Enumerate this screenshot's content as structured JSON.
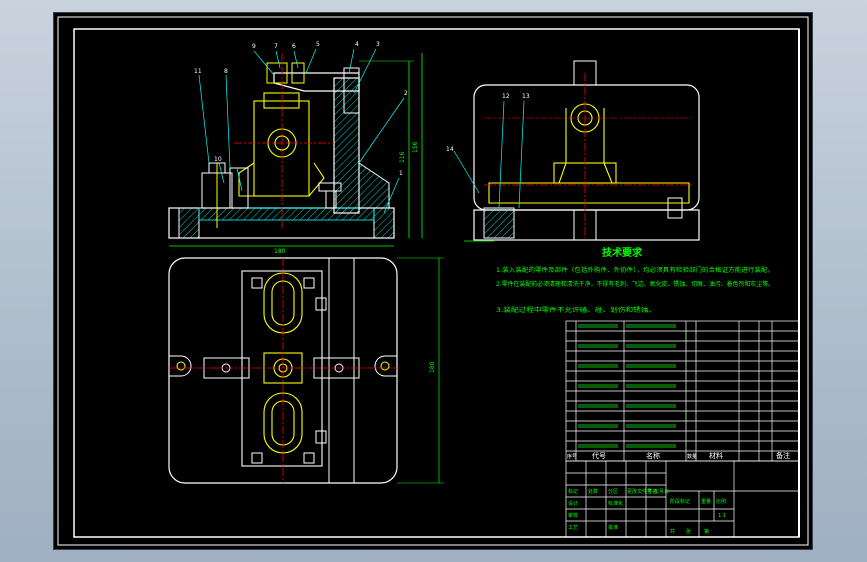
{
  "colors": {
    "background": "#000000",
    "frame": "#ffffff",
    "outline": "#ffffff",
    "section": "#ffff00",
    "dimension": "#00ff00",
    "centerline": "#ff0000",
    "leader": "#00ffff",
    "hatch": "#00ffff"
  },
  "balloons": {
    "main_top": [
      "9",
      "7",
      "6",
      "5",
      "4",
      "3"
    ],
    "main_right": [
      "2",
      "1"
    ],
    "main_left": [
      "11",
      "8",
      "10"
    ],
    "side": [
      "12",
      "13",
      "14"
    ]
  },
  "tech_req": {
    "title": "技术要求",
    "lines": [
      "1.装入装配的零件及部件（包括外购件、外协件），均必须具有检验部门的合格证方能进行装配。",
      "2.零件在装配前必须清理和清洗干净，不得有毛刺、飞边、氧化皮、锈蚀、切屑、油污、着色剂和灰尘等。",
      "3.装配过程中零件不允许磕、碰、划伤和锈蚀。"
    ]
  },
  "bom_header": {
    "seq": "序号",
    "code": "代号",
    "name": "名称",
    "qty": "数量",
    "material": "材料",
    "remark": "备注"
  },
  "title_block": {
    "labels": [
      "标记",
      "处数",
      "分区",
      "更改文件号",
      "签名",
      "年月日",
      "设计",
      "标准化",
      "审核",
      "工艺",
      "批准",
      "阶段标记",
      "重量",
      "比例",
      "共",
      "张",
      "第"
    ],
    "scale": "1:1"
  }
}
